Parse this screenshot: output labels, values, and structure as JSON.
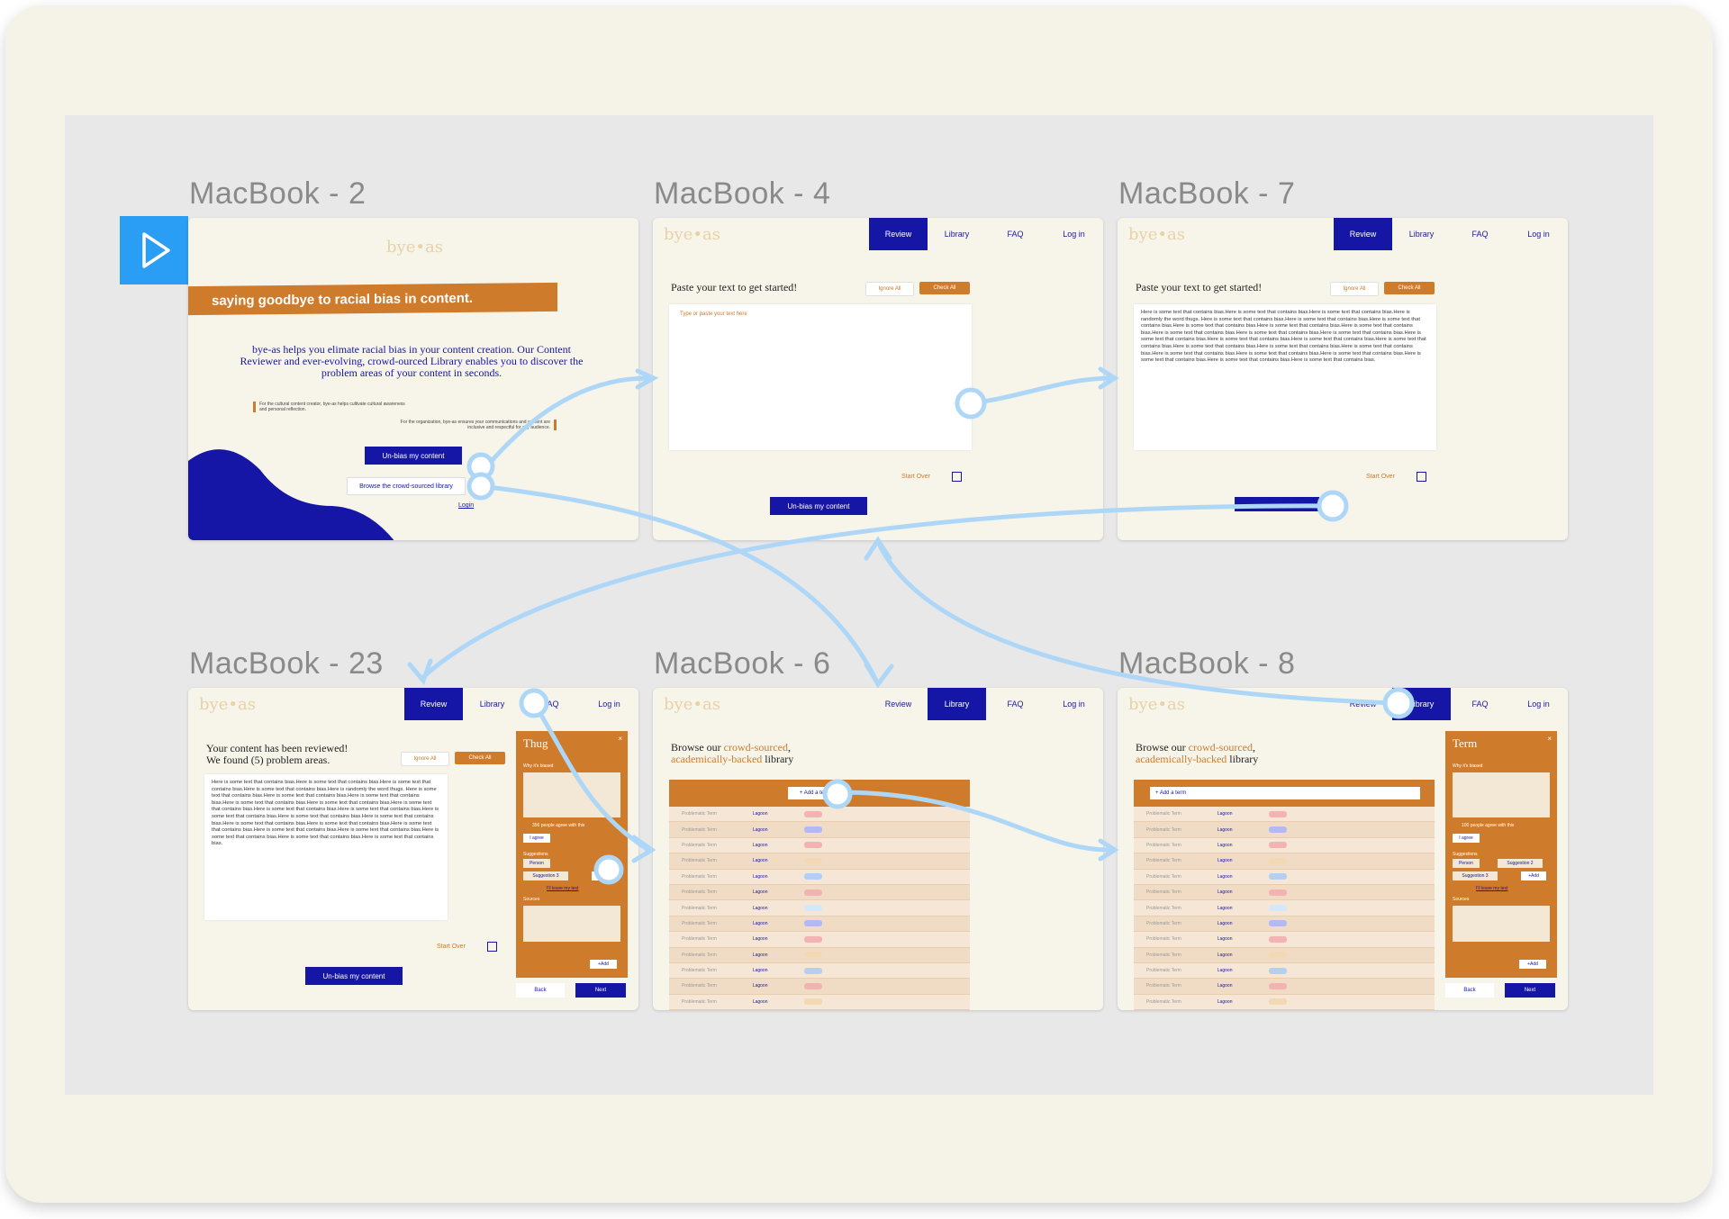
{
  "frames": {
    "f2": {
      "label": "MacBook - 2",
      "logo": "bye•as",
      "banner": "saying goodbye to racial bias in content.",
      "intro": "bye-as helps you elimate racial bias in your content creation. Our Content Reviewer and ever-evolving, crowd-ourced Library enables you to discover the problem areas of your content in seconds.",
      "note_left": "For the cultural content creator, bye-as helps cultivate cultural awareness and personal reflection.",
      "note_right": "For the organization, bye-as ensures your communications and content are inclusive and respectful for any audience.",
      "cta": "Un-bias my content",
      "browse": "Browse the crowd-sourced library",
      "login": "Login"
    },
    "f4": {
      "label": "MacBook - 4",
      "heading": "Paste your text to get started!",
      "ignore_all": "Ignore All",
      "check_all": "Check All",
      "placeholder": "Type or paste your text here",
      "start_over": "Start Over",
      "cta": "Un-bias my content"
    },
    "f7": {
      "label": "MacBook - 7",
      "heading": "Paste your text to get started!",
      "ignore_all": "Ignore All",
      "check_all": "Check All",
      "body": "Here is some text that contains bias.Here is some text that contains bias.Here is some text that contains bias.Here is randomly the word thugs. Here is some text that contains bias.Here is some text that contains bias.Here is some text that contains bias.Here is some text that contains bias.Here is some text that contains bias.Here is some text that contains bias.Here is some text that contains bias.Here is some text that contains bias.Here is some text that contains bias.Here is some text that contains bias.Here is some text that contains bias.Here is some text that contains bias.Here is some text that contains bias.Here is some text that contains bias.Here is some text that contains bias.Here is some text that contains bias.Here is some text that contains bias.Here is some text that contains bias.Here is some text that contains bias.Here is some text that contains bias.Here is some text that contains bias.Here is some text that contains bias.",
      "start_over": "Start Over"
    },
    "f23": {
      "label": "MacBook - 23",
      "heading1": "Your content has been reviewed!",
      "heading2": "We found (5) problem areas.",
      "ignore_all": "Ignore All",
      "check_all": "Check All",
      "body": "Here is some text that contains bias.Here is some text that contains bias.Here is some text that contains bias.Here is some text that contains bias.Here is randomly the word thugs. Here is some text that contains bias.Here is some text that contains bias.Here is some text that contains bias.Here is some text that contains bias.Here is some text that contains bias.Here is some text that contains bias.Here is some text that contains bias.Here is some text that contains bias.Here is some text that contains bias.Here is some text that contains bias.Here is some text that contains bias.Here is some text that contains bias.Here is some text that contains bias.Here is some text that contains bias.Here is some text that contains bias.Here is some text that contains bias.Here is some text that contains bias.Here is some text that contains bias.Here is some text that contains bias.",
      "start_over": "Start Over",
      "cta": "Un-bias my content",
      "panel_title": "Thug",
      "why": "Why it's biased",
      "agree_count": "356 people agree with this",
      "agree": "I agree",
      "suggestions": "Suggestions",
      "sugg1": "Person",
      "sugg3": "Suggestion 3",
      "add": "+Add",
      "leave": "I'll leave my text",
      "sources": "Sources",
      "back": "Back",
      "next": "Next"
    },
    "f6": {
      "label": "MacBook - 6",
      "heading_pre": "Browse our ",
      "heading_hl": "crowd-sourced",
      "heading_hl2": "academically-backed",
      "heading_post": " library",
      "add_term": "+ Add a term",
      "term": "Problematic Term",
      "link": "Lagoon"
    },
    "f8": {
      "label": "MacBook - 8",
      "heading_pre": "Browse our ",
      "heading_hl": "crowd-sourced",
      "heading_hl2": "academically-backed",
      "heading_post": " library",
      "add_term": "+ Add a term",
      "panel_title": "Term",
      "why": "Why it's biased",
      "agree_count": "100 people agree with this",
      "agree": "I agree",
      "suggestions": "Suggestions",
      "sugg1": "Person",
      "sugg2": "Suggestion 2",
      "sugg3": "Suggestion 3",
      "add": "+Add",
      "leave": "I'll leave my text",
      "sources": "Sources",
      "back": "Back",
      "next": "Next"
    }
  },
  "nav": {
    "review": "Review",
    "library": "Library",
    "faq": "FAQ",
    "login": "Log in"
  },
  "colors": {
    "navy": "#1616a6",
    "orange": "#cf7b2c",
    "cream": "#f7f5ea",
    "arrow": "#aed7f7",
    "accent_blue": "#2a9df4"
  }
}
